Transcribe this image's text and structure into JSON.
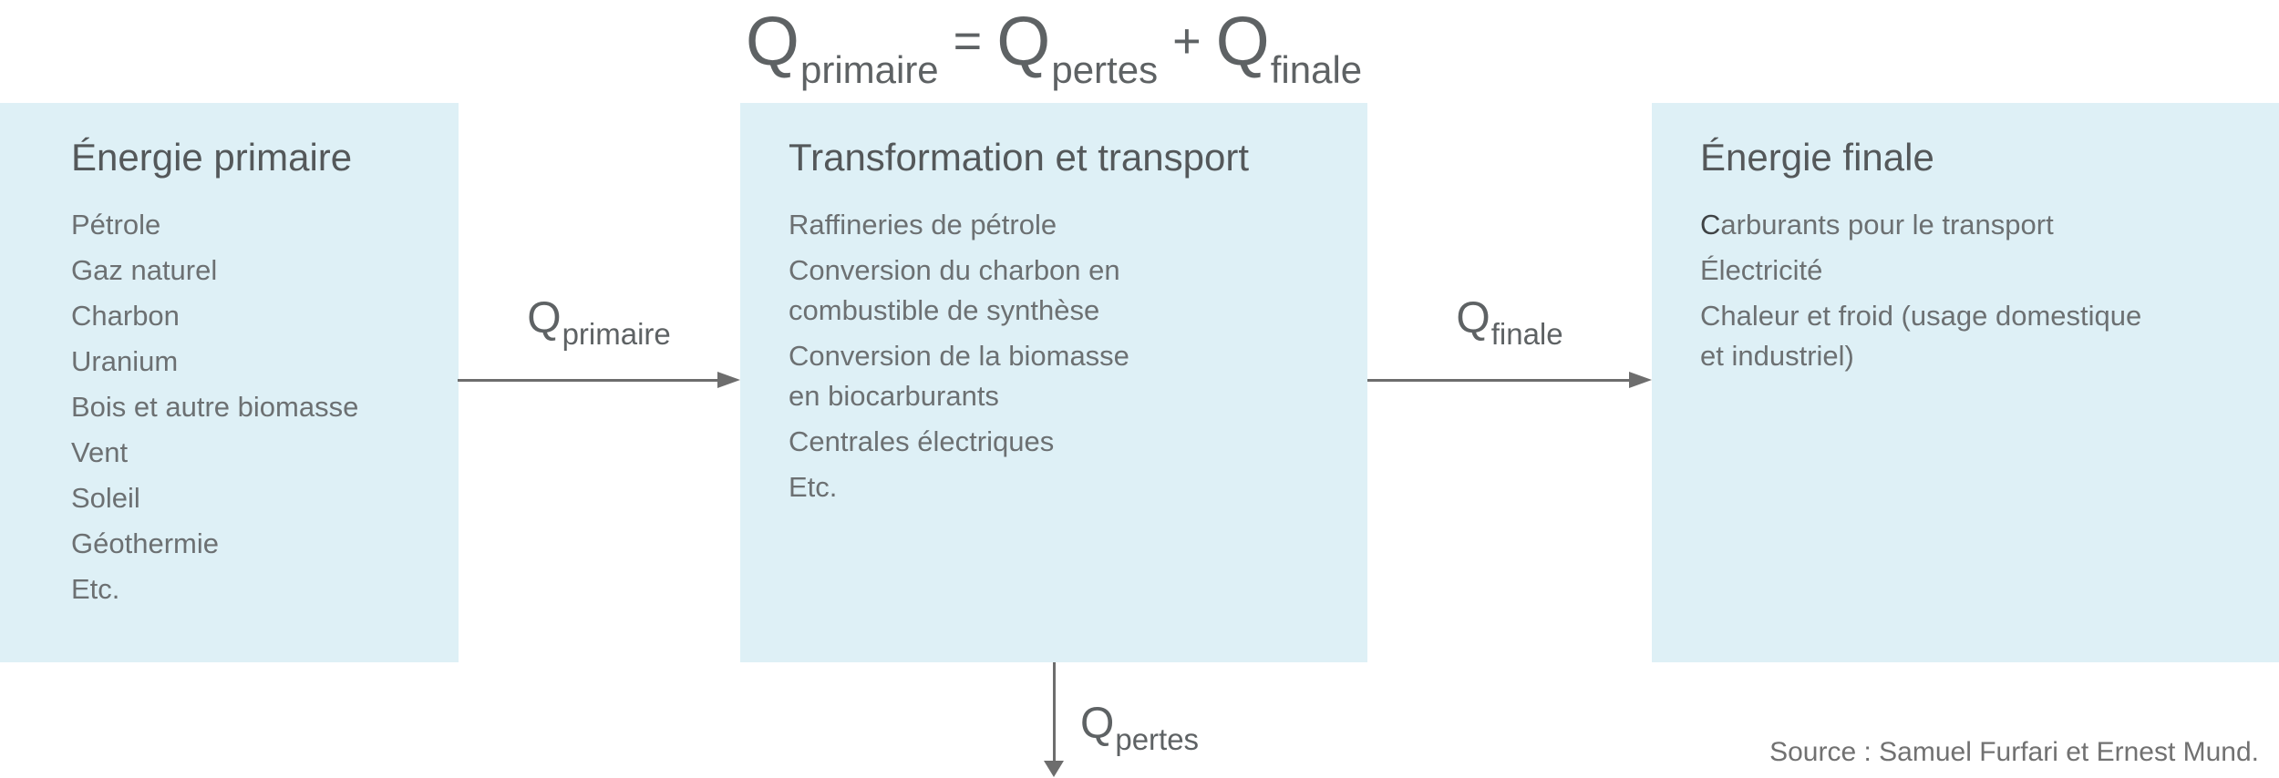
{
  "formula": {
    "q1_base": "Q",
    "q1_sub": "primaire",
    "equals": "=",
    "q2_base": "Q",
    "q2_sub": "pertes",
    "plus": "+",
    "q3_base": "Q",
    "q3_sub": "finale"
  },
  "boxes": {
    "primary": {
      "title": "Énergie primaire",
      "items": [
        "Pétrole",
        "Gaz naturel",
        "Charbon",
        "Uranium",
        "Bois et autre biomasse",
        "Vent",
        "Soleil",
        "Géothermie",
        "Etc."
      ]
    },
    "transformation": {
      "title": "Transformation et transport",
      "items": [
        "Raffineries de pétrole",
        "Conversion du charbon en\ncombustible de synthèse",
        "Conversion de la biomasse\nen biocarburants",
        "Centrales électriques",
        "Etc."
      ]
    },
    "final": {
      "title": "Énergie finale",
      "items": [
        "Carburants pour le transport",
        "Électricité",
        "Chaleur et froid (usage domestique\net industriel)"
      ]
    }
  },
  "arrow_labels": {
    "primaire": {
      "base": "Q",
      "sub": "primaire"
    },
    "finale": {
      "base": "Q",
      "sub": "finale"
    },
    "pertes": {
      "base": "Q",
      "sub": "pertes"
    }
  },
  "source_note": "Source : Samuel Furfari et Ernest Mund.",
  "colors": {
    "box_fill": "#def0f6",
    "title_text": "#54585a",
    "body_text": "#6c7072",
    "formula_text": "#5e6264",
    "arrow": "#6d6d6d",
    "source_text": "#717171"
  }
}
